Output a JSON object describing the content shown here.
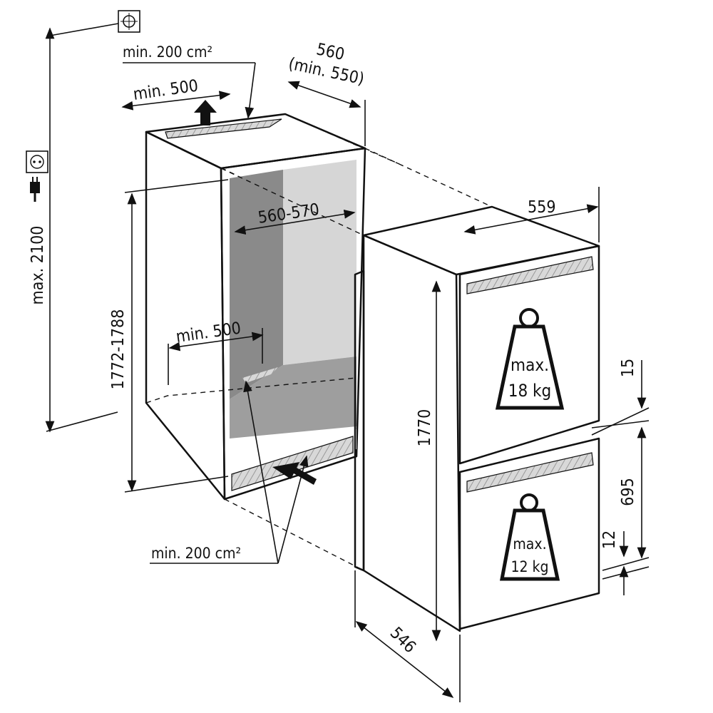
{
  "diagram": {
    "title": "Built-in fridge-freezer installation dimensions",
    "labels": {
      "top_vent_area": "min. 200 cm²",
      "niche_depth_line1": "560",
      "niche_depth_line2": "(min. 550)",
      "top_vent_depth": "min. 500",
      "niche_width": "560-570",
      "niche_height": "1772-1788",
      "max_height": "max. 2100",
      "bottom_vent_depth": "min. 500",
      "bottom_vent_area": "min. 200 cm²",
      "appliance_width": "559",
      "appliance_height": "1770",
      "appliance_depth": "546",
      "upper_gap": "15",
      "lower_door_height": "695",
      "lower_gap": "12"
    },
    "weights": {
      "upper_max_label": "max.",
      "upper_max_value": "18 kg",
      "lower_max_label": "max.",
      "lower_max_value": "12 kg"
    },
    "icons": [
      "ventilation-symbol-icon",
      "socket-icon",
      "plug-icon",
      "airflow-arrow-icon"
    ],
    "colors": {
      "line": "#111111",
      "interior_dark": "#8a8a8a",
      "interior_light": "#d6d6d6",
      "vent": "#cfcfcf"
    }
  }
}
